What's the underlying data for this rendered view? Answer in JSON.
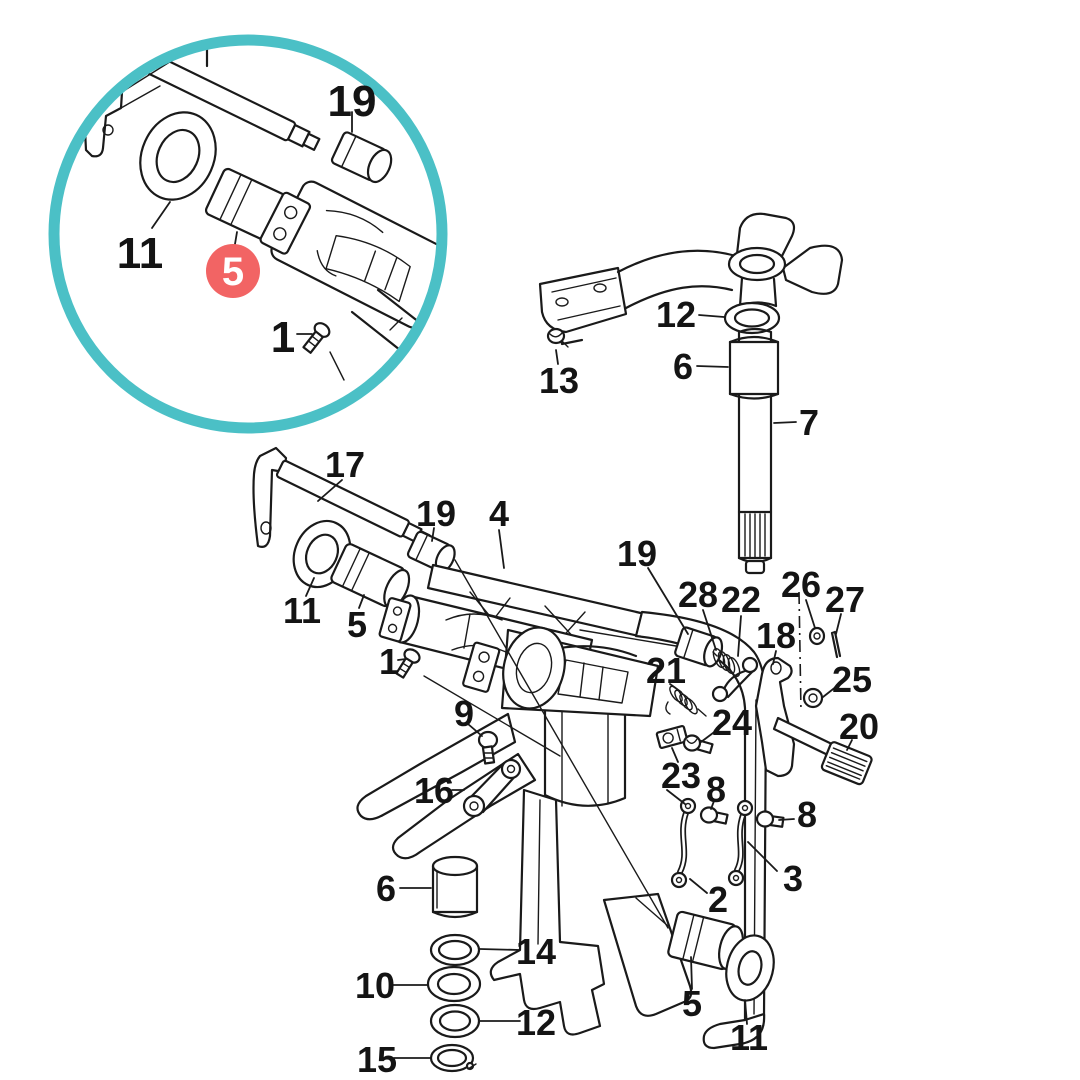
{
  "page": {
    "background": "#ffffff"
  },
  "colors": {
    "line": "#1a1a1a",
    "inset_ring": "#4bc0c6",
    "badge_fill": "#f26464",
    "badge_text": "#ffffff"
  },
  "inset": {
    "badge": "5",
    "labels": {
      "part_19": "19",
      "part_11": "11",
      "part_1": "1"
    }
  },
  "callouts": {
    "arm_12": "12",
    "arm_13": "13",
    "shaft_6": "6",
    "shaft_7": "7",
    "rod_17": "17",
    "mid_19": "19",
    "bracket_4": "4",
    "mid_11": "11",
    "mid_5": "5",
    "mid_1": "1",
    "bolt_9": "9",
    "link_16": "16",
    "lower_6": "6",
    "ring_14": "14",
    "washer_10": "10",
    "ring_12": "12",
    "snap_15": "15",
    "right_19": "19",
    "spring_28": "28",
    "hook_22": "22",
    "spring_21": "21",
    "washer_26": "26",
    "pin_27": "27",
    "lever_18": "18",
    "nut_25": "25",
    "bolt_24": "24",
    "pad_20": "20",
    "clip_23": "23",
    "bolt_8a": "8",
    "bolt_8b": "8",
    "cable_2": "2",
    "cable_3": "3",
    "lower_5": "5",
    "lower_11": "11"
  }
}
